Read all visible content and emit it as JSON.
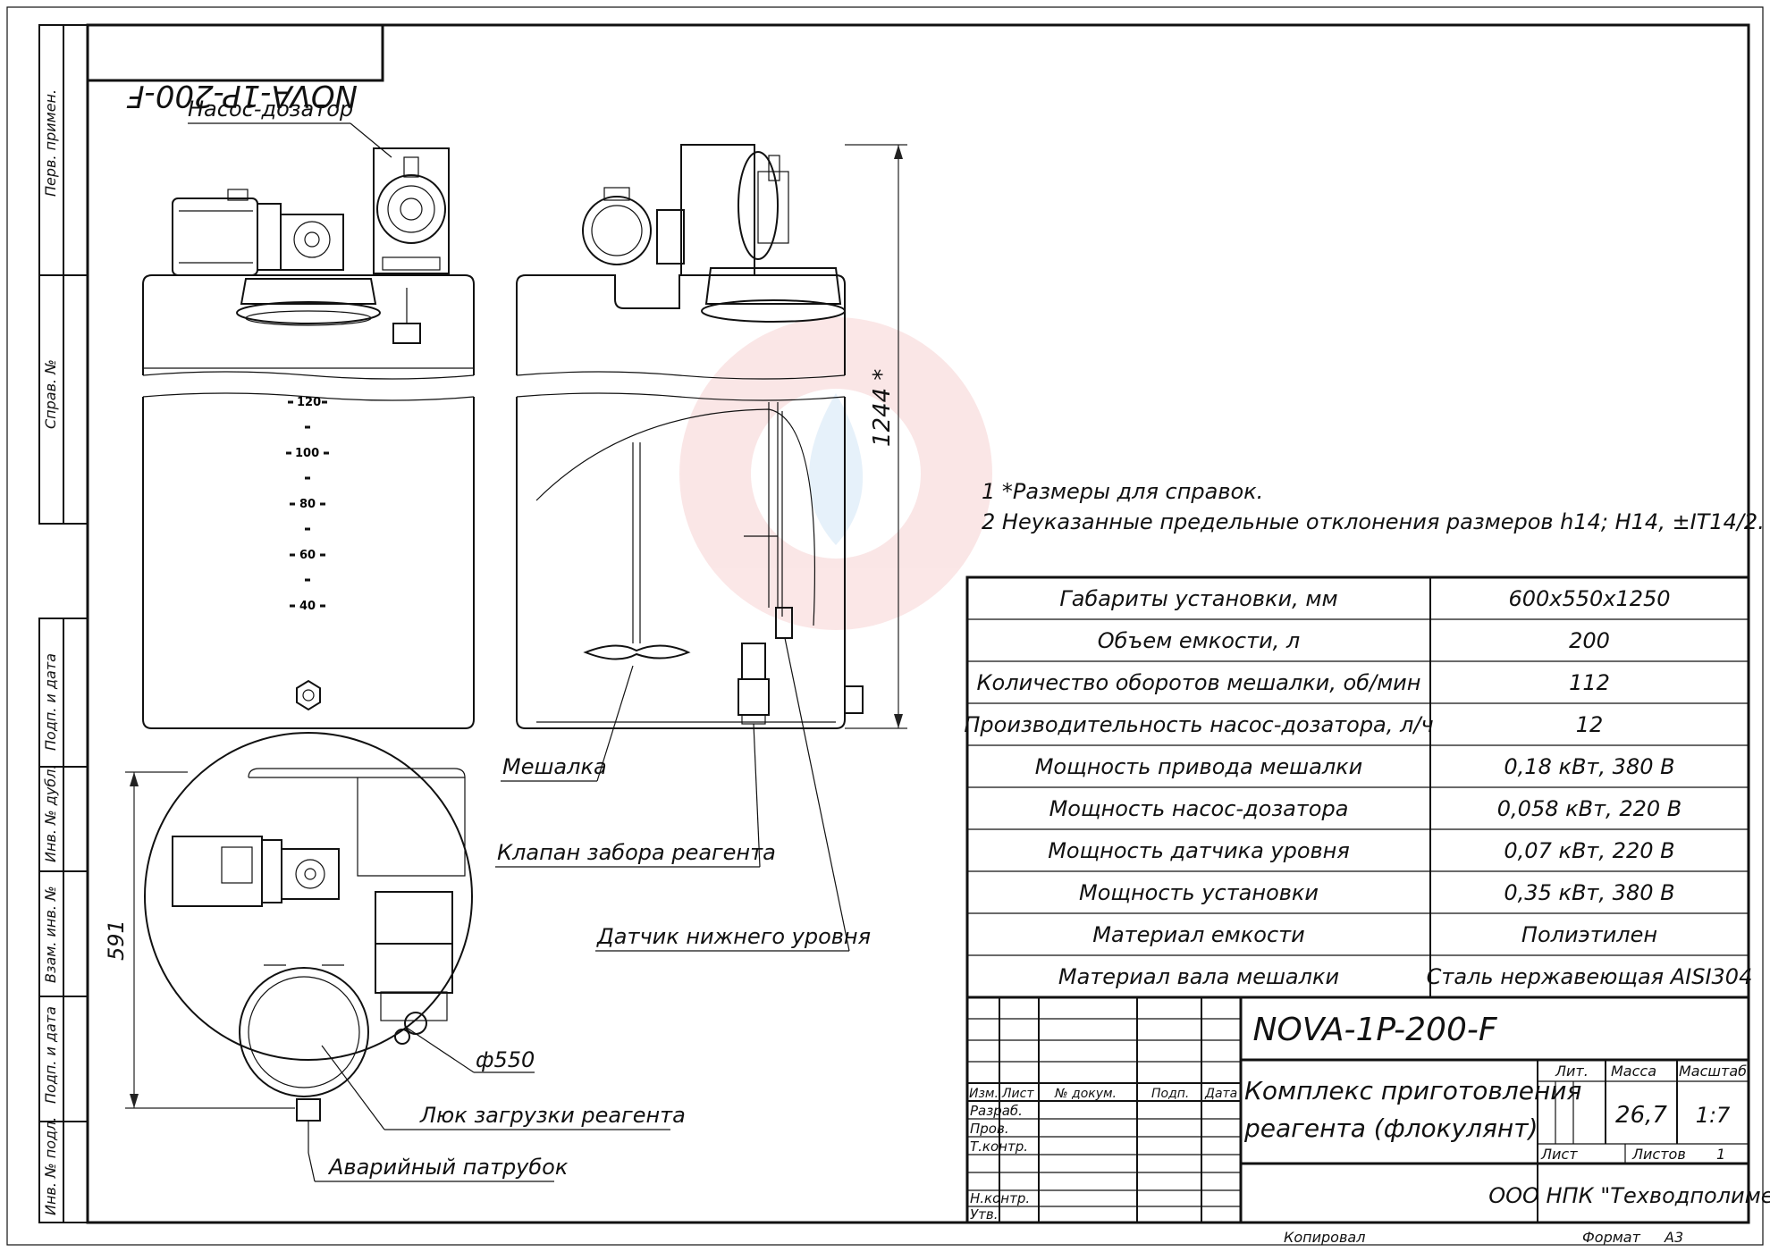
{
  "drawing_code": "NOVA-1P-200-F",
  "side_labels": [
    "Перв. примен.",
    "Справ. №",
    "Подп. и дата",
    "Инв. № дубл.",
    "Взам. инв. №",
    "Подп. и дата",
    "Инв. № подл."
  ],
  "callouts": {
    "pump": "Насос-дозатор",
    "mixer": "Мешалка",
    "valve": "Клапан забора реагента",
    "sensor": "Датчик нижнего уровня",
    "diameter": "ф550",
    "hatch": "Люк загрузки реагента",
    "drain": "Аварийный патрубок"
  },
  "dimensions": {
    "height": "1244 *",
    "depth": "591"
  },
  "scale_marks": [
    "120",
    "100",
    "80",
    "60",
    "40"
  ],
  "notes": [
    "1  *Размеры для справок.",
    "2  Неуказанные предельные отклонения размеров h14; H14, ±IT14/2."
  ],
  "specs": [
    {
      "param": "Габариты установки, мм",
      "value": "600x550x1250"
    },
    {
      "param": "Объем емкости, л",
      "value": "200"
    },
    {
      "param": "Количество оборотов мешалки, об/мин",
      "value": "112"
    },
    {
      "param": "Производительность насос-дозатора, л/ч",
      "value": "12"
    },
    {
      "param": "Мощность привода мешалки",
      "value": "0,18 кВт, 380 В"
    },
    {
      "param": "Мощность насос-дозатора",
      "value": "0,058 кВт, 220 В"
    },
    {
      "param": "Мощность датчика уровня",
      "value": "0,07 кВт, 220 В"
    },
    {
      "param": "Мощность установки",
      "value": "0,35 кВт, 380 В"
    },
    {
      "param": "Материал емкости",
      "value": "Полиэтилен"
    },
    {
      "param": "Материал вала мешалки",
      "value": "Сталь нержавеющая AISI304"
    }
  ],
  "title_block": {
    "code": "NOVA-1P-200-F",
    "name_line1": "Комплекс приготовления",
    "name_line2": "реагента (флокулянт)",
    "col_headers": [
      "Изм.",
      "Лист",
      "№ докум.",
      "Подп.",
      "Дата"
    ],
    "roles": [
      "Разраб.",
      "Пров.",
      "Т.контр.",
      "Н.контр.",
      "Утв."
    ],
    "lit_label": "Лит.",
    "mass_label": "Масса",
    "scale_label": "Масштаб",
    "mass": "26,7",
    "scale": "1:7",
    "sheet_label": "Лист",
    "sheets_label": "Листов",
    "sheets_count": "1",
    "company": "ООО НПК \"Техводполимер\"",
    "copied": "Копировал",
    "format_label": "Формат",
    "format": "А3"
  }
}
